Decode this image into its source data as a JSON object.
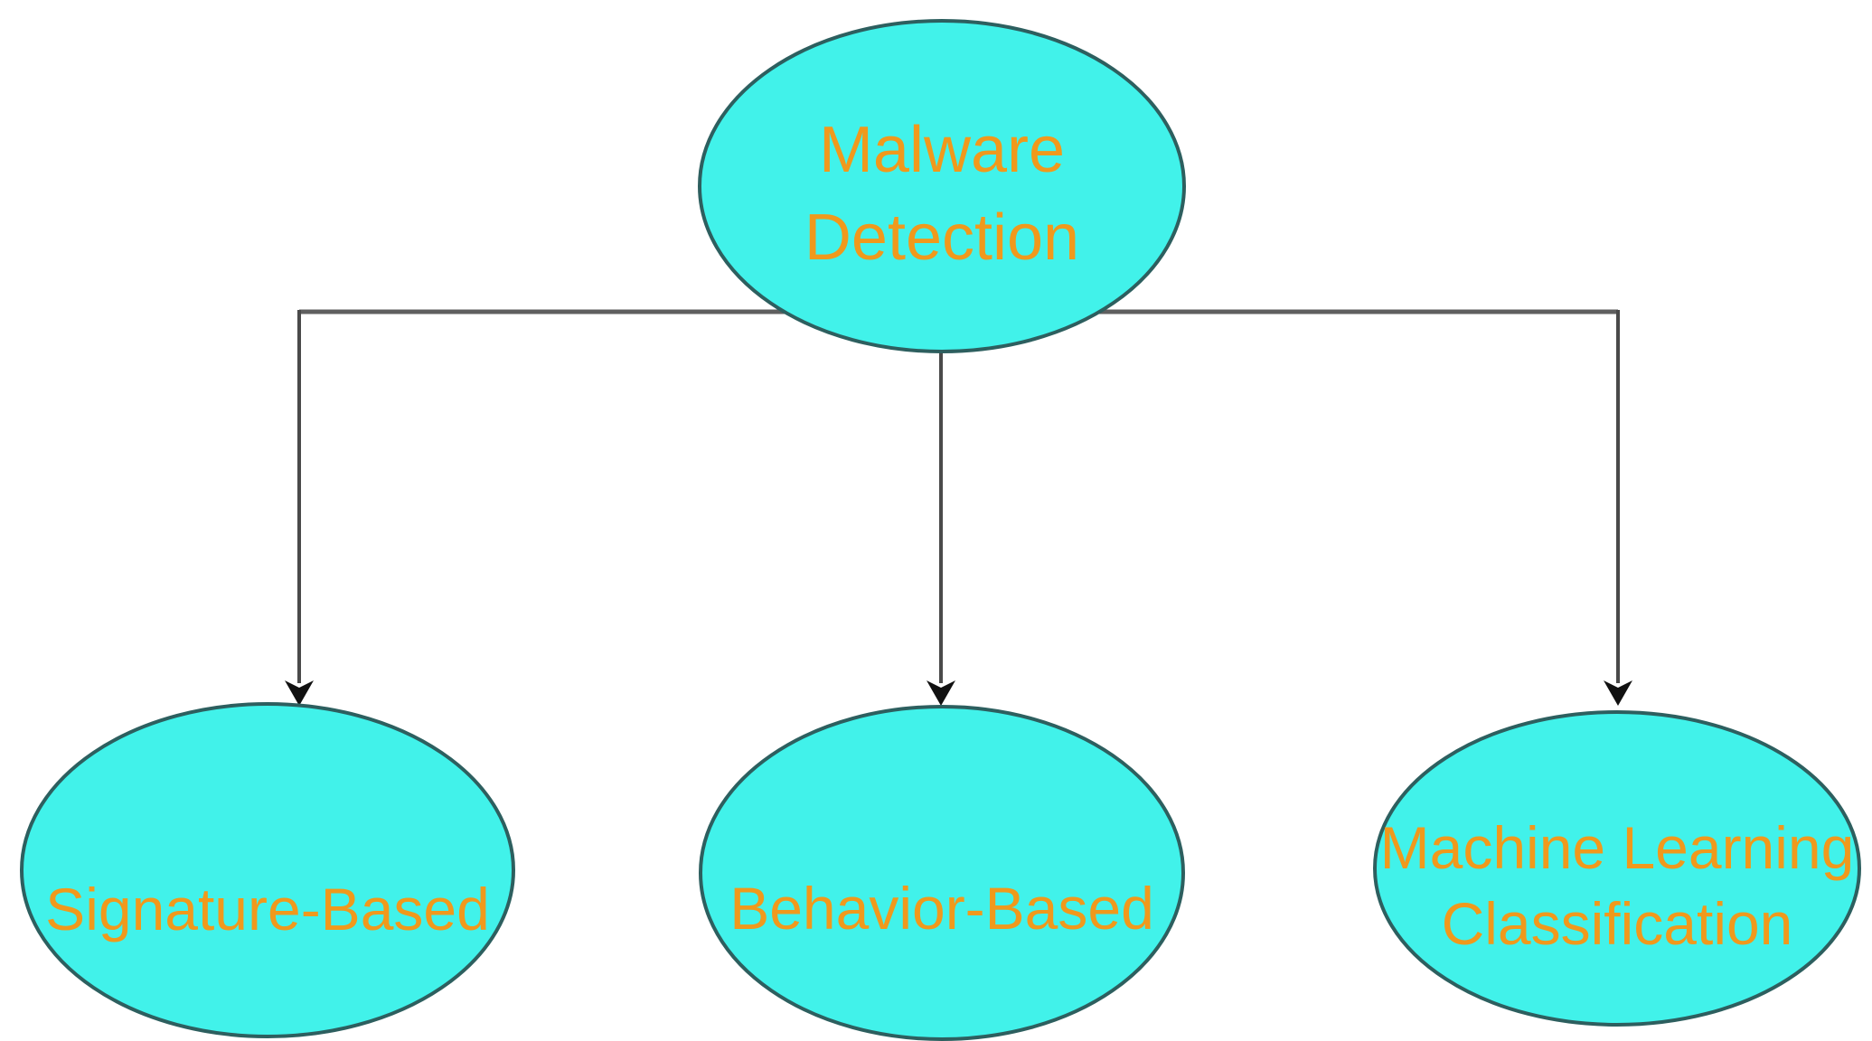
{
  "diagram": {
    "type": "flowchart",
    "description": "Malware Detection taxonomy tree with one root node and three child nodes",
    "colors": {
      "background": "#ffffff",
      "node_fill": "#41f2ea",
      "node_border": "#2d5f5f",
      "label_text": "#f0991c",
      "connector_line": "#5f5f5f",
      "arrowhead": "#111111"
    },
    "nodes": {
      "root": {
        "label_line1": "Malware",
        "label_line2": "Detection"
      },
      "child1": {
        "label": "Signature-Based"
      },
      "child2": {
        "label": "Behavior-Based"
      },
      "child3": {
        "label_line1": "Machine Learning",
        "label_line2": "Classification"
      }
    },
    "edges": [
      {
        "from": "Malware Detection",
        "to": "Signature-Based"
      },
      {
        "from": "Malware Detection",
        "to": "Behavior-Based"
      },
      {
        "from": "Malware Detection",
        "to": "Machine Learning Classification"
      }
    ]
  }
}
